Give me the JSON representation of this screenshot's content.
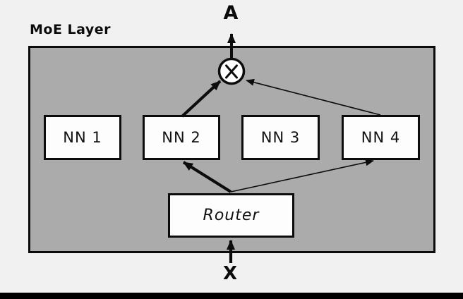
{
  "diagram": {
    "title": "MoE Layer",
    "output_label": "A",
    "input_label": "X",
    "experts": [
      {
        "label": "NN 1"
      },
      {
        "label": "NN 2"
      },
      {
        "label": "NN 3"
      },
      {
        "label": "NN 4"
      }
    ],
    "router": {
      "label": "Router"
    },
    "combine_op_icon": "multiply-circle",
    "active_experts": [
      "NN 2",
      "NN 4"
    ],
    "colors": {
      "page_background": "#f1f1f1",
      "panel_fill": "#ababab",
      "node_fill": "#ffffff",
      "stroke": "#000000",
      "bottom_bar": "#000000"
    }
  }
}
